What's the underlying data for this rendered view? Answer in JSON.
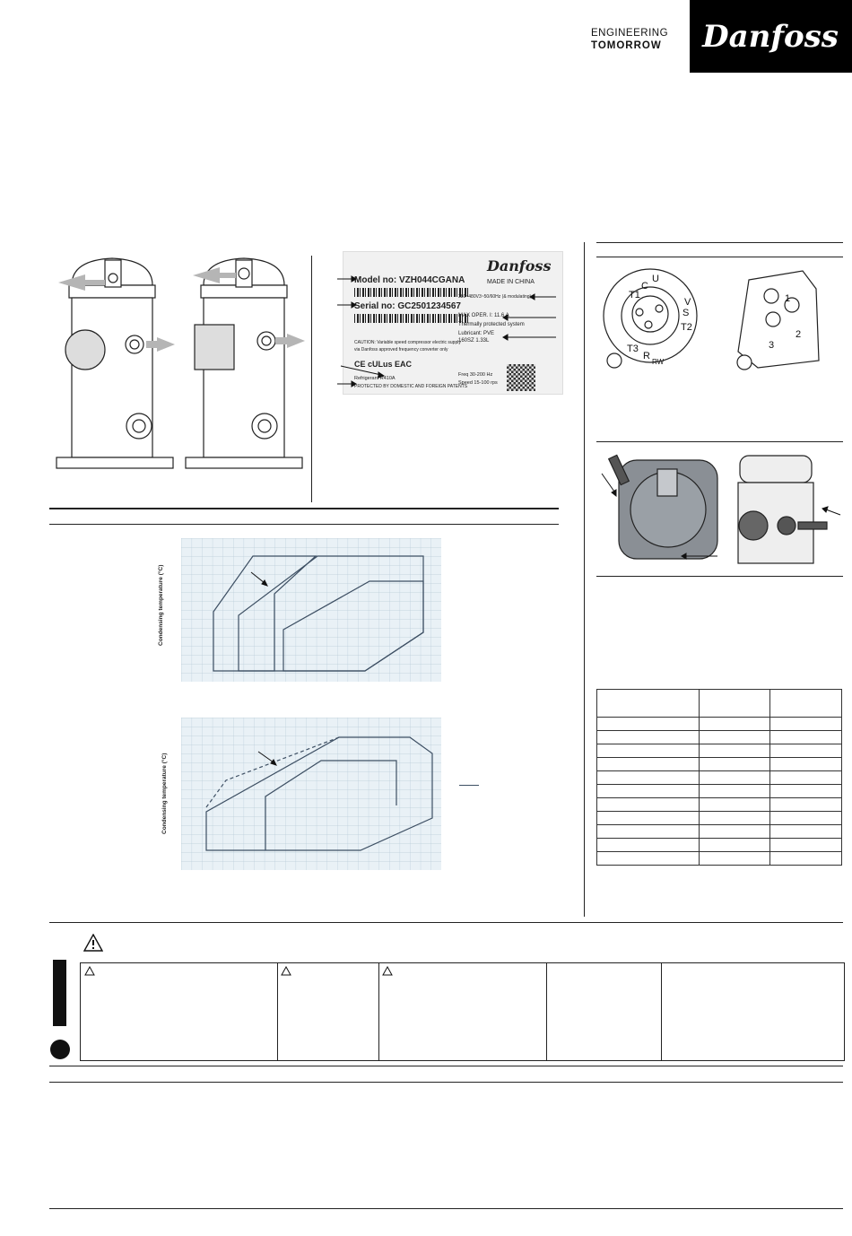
{
  "header": {
    "tagline_line1": "ENGINEERING",
    "tagline_line2": "TOMORROW",
    "logo_text": "Danfoss"
  },
  "nameplate": {
    "brand": "Danfoss",
    "model_label": "Model no:",
    "model_value": "VZH044CGANA",
    "serial_label": "Serial no:",
    "serial_value": "GC2501234567",
    "made_in": "MADE IN CHINA",
    "voltage": "380~480V3~50/60Hz  (& modulating)",
    "max_oper": "MAX OPER. I: 11.6 A",
    "thermal": "Thermally protected system",
    "lubricant": "Lubricant: PVE",
    "oil": "160SZ 1.33L",
    "caution": "CAUTION: Variable speed compressor electric supply",
    "caution2": "via Danfoss approved frequency converter only",
    "refrigerant": "Refrigerant R410A",
    "patent": "PROTECTED BY DOMESTIC AND FOREIGN PATENTS",
    "freq": "Freq 30-200 Hz",
    "speed": "Speed 15-100 rps",
    "marks": "CE cULus EAC"
  },
  "terminals": {
    "left": [
      "T1",
      "C",
      "U",
      "R",
      "T3",
      "V",
      "S",
      "T2",
      "RW"
    ],
    "right": [
      "1",
      "2",
      "3"
    ]
  },
  "charts": {
    "top_ylabel": "Condensing temperature (°C)",
    "bottom_ylabel": "Condensing temperature (°C)"
  },
  "colors": {
    "grid_bg": "#e9f1f6",
    "grid_line": "#b9cbd8",
    "envelope": "#3d4f63",
    "arrow_grey": "#b5b5b5"
  },
  "icons": {
    "warning": "warning-triangle-icon",
    "exclamation": "exclamation-icon"
  }
}
